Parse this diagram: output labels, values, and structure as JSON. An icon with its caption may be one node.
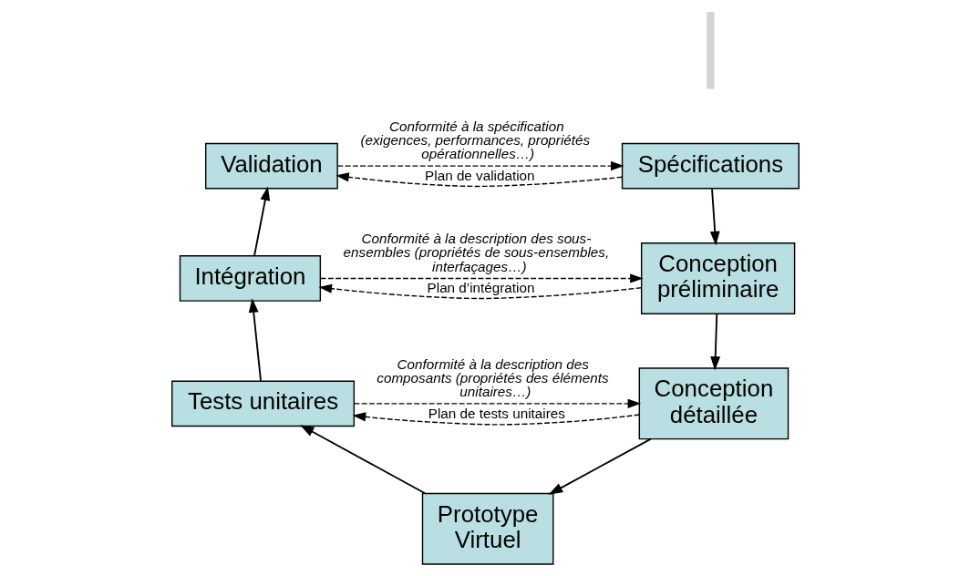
{
  "diagram": {
    "nodes": [
      {
        "text": [
          "Spécifications"
        ]
      },
      {
        "text": [
          "Validation"
        ]
      },
      {
        "text": [
          "Conception préliminaire"
        ]
      },
      {
        "text": [
          "Intégration"
        ]
      },
      {
        "text": [
          "Conception détaillée"
        ]
      },
      {
        "text": [
          "Tests unitaires"
        ]
      },
      {
        "text": [
          "Prototype Virtuel"
        ]
      }
    ],
    "edges": [
      {
        "from": 0,
        "to": 1,
        "arrow": "to",
        "style": "dashed",
        "label": "Plan de validation"
      },
      {
        "from": 1,
        "to": 0,
        "arrow": "to",
        "style": "dashed",
        "label": "Conformité à la spécification (exigences, performances, propriétés opérationnelles…)"
      },
      {
        "from": 0,
        "to": 2,
        "arrow": "to"
      },
      {
        "from": 3,
        "to": 1,
        "arrow": "to"
      },
      {
        "from": 2,
        "to": 3,
        "arrow": "to",
        "style": "dashed",
        "label": "Plan d’intégration"
      },
      {
        "from": 3,
        "to": 2,
        "arrow": "to",
        "style": "dashed",
        "label": "Conformité à la description des sous-ensembles (propriétés de sous-ensembles, interfaçages…)"
      },
      {
        "from": 2,
        "to": 4,
        "arrow": "to"
      },
      {
        "from": 5,
        "to": 3,
        "arrow": "to"
      },
      {
        "from": 4,
        "to": 5,
        "arrow": "to",
        "style": "dashed",
        "label": "Plan de tests unitaires"
      },
      {
        "from": 5,
        "to": 4,
        "arrow": "to",
        "style": "dashed",
        "label": "Conformité à la description des composants (propriétés des éléments unitaires…)"
      },
      {
        "from": 4,
        "to": 6,
        "arrow": "to"
      },
      {
        "from": 6,
        "to": 5,
        "arrow": "to"
      }
    ]
  }
}
